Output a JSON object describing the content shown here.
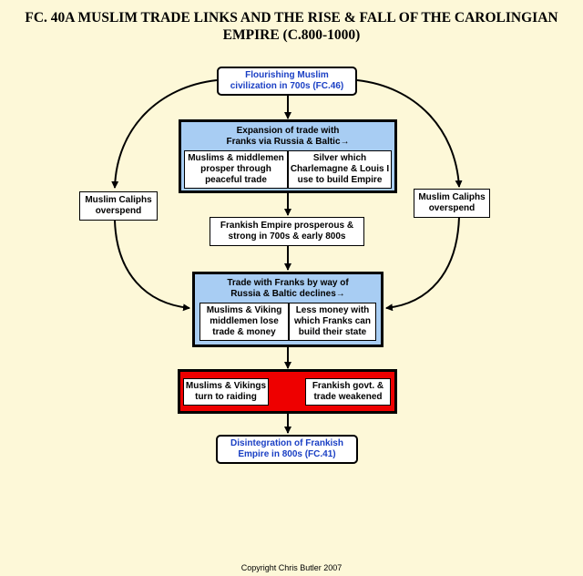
{
  "title": {
    "line1": "FC. 40A MUSLIM TRADE LINKS AND THE RISE & FALL OF THE CAROLINGIAN",
    "line2": "EMPIRE (C.800-1000)"
  },
  "nodes": {
    "top": {
      "line1": "Flourishing Muslim",
      "line2": "civilization in 700s (FC.46)"
    },
    "expansion": {
      "head1": "Expansion of trade with",
      "head2": "Franks via  Russia & Baltic→",
      "left": {
        "l1": "Muslims & middlemen",
        "l2": "prosper through",
        "l3": "peaceful trade"
      },
      "right": {
        "l1": "Silver which",
        "l2": "Charlemagne & Louis I",
        "l3": "use to build Empire"
      }
    },
    "prosperous": {
      "line1": "Frankish Empire prosperous &",
      "line2": "strong in 700s & early 800s"
    },
    "caliphs_left": {
      "line1": "Muslim Caliphs",
      "line2": "overspend"
    },
    "caliphs_right": {
      "line1": "Muslim Caliphs",
      "line2": "overspend"
    },
    "declines": {
      "head1": "Trade with Franks by way of",
      "head2": "Russia & Baltic declines→",
      "left": {
        "l1": "Muslims & Viking",
        "l2": "middlemen lose",
        "l3": "trade & money"
      },
      "right": {
        "l1": "Less money with",
        "l2": "which Franks can",
        "l3": "build their state"
      }
    },
    "raiding": {
      "left": {
        "l1": "Muslims & Vikings",
        "l2": "turn to raiding"
      },
      "right": {
        "l1": "Frankish govt. &",
        "l2": "trade weakened"
      }
    },
    "bottom": {
      "line1": "Disintegration of Frankish",
      "line2": "Empire in 800s (FC.41)"
    }
  },
  "footer": "Copyright Chris Butler 2007",
  "colors": {
    "background": "#fdf8d8",
    "panel_blue": "#a8cdf3",
    "panel_red": "#ee0000",
    "link_blue": "#1a3fc4"
  }
}
